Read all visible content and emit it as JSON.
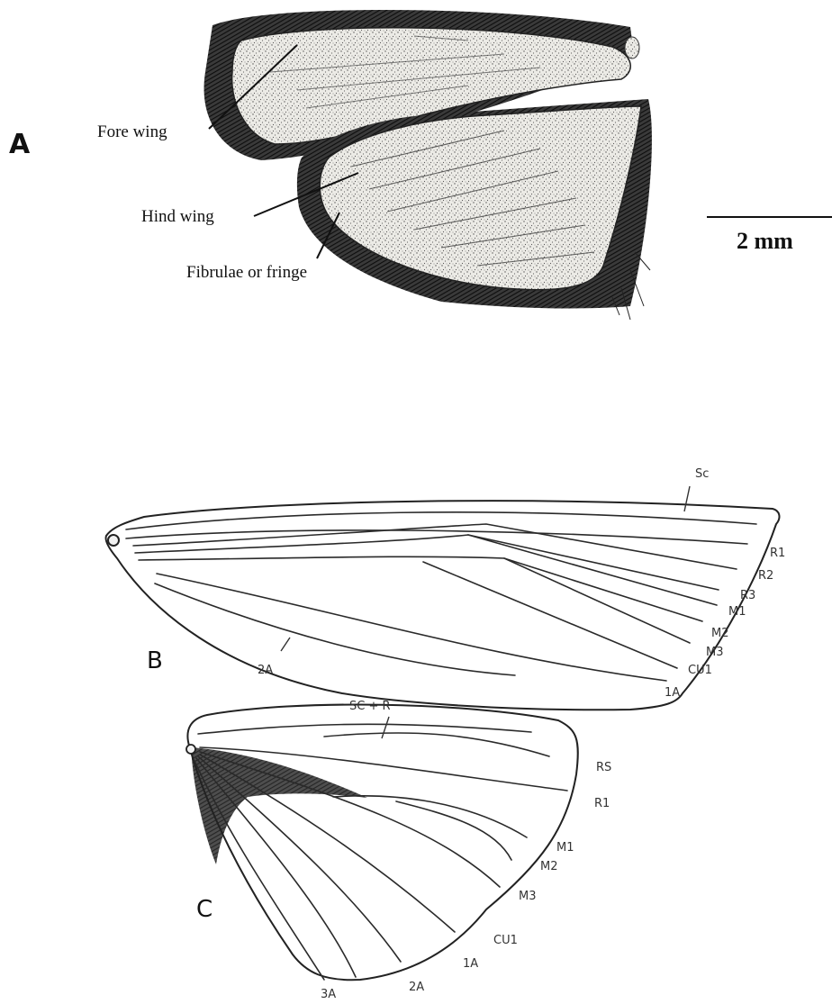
{
  "panels": {
    "a": {
      "letter": "A",
      "labels": {
        "fore_wing": "Fore wing",
        "hind_wing": "Hind wing",
        "fringe": "Fibrulae or fringe"
      },
      "scale_bar": "2 mm"
    },
    "b": {
      "letter": "B",
      "veins": [
        "Sc",
        "R1",
        "R2",
        "R3",
        "M1",
        "M2",
        "M3",
        "CU1",
        "1A",
        "2A"
      ]
    },
    "c": {
      "letter": "C",
      "veins": [
        "SC + R",
        "RS",
        "R1",
        "M1",
        "M2",
        "M3",
        "CU1",
        "1A",
        "2A",
        "3A"
      ]
    }
  },
  "colors": {
    "ink": "#222222",
    "wing_fill": "#ecebe6",
    "fringe": "#1a1a1a",
    "background": "#ffffff"
  }
}
